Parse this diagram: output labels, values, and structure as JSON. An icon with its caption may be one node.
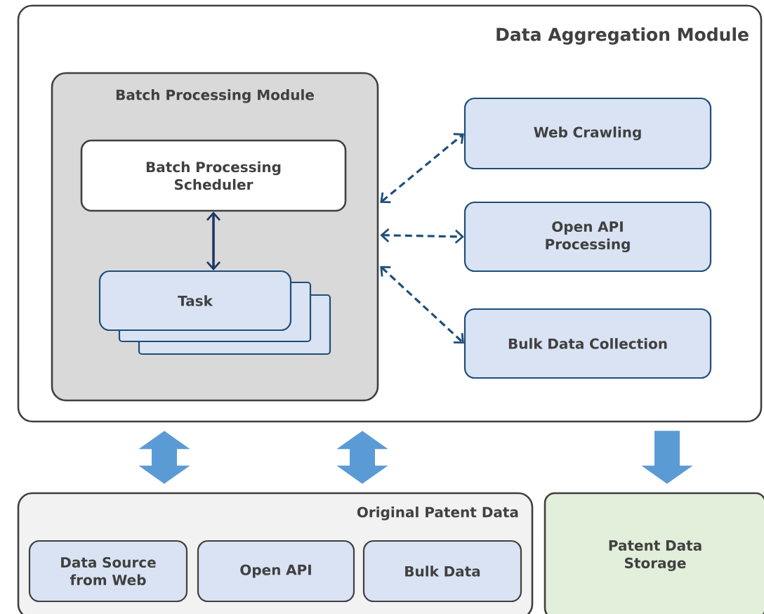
{
  "diagram": {
    "nodes": [
      {
        "text": [
          "Data Aggregation Module"
        ]
      },
      {
        "text": [
          "Batch Processing Module"
        ],
        "in": 0
      },
      {
        "text": [
          "Batch Processing Scheduler"
        ],
        "in": 1
      },
      {
        "text": [
          "Task"
        ],
        "in": 1
      },
      {
        "text": [
          "Web Crawling"
        ],
        "in": 0
      },
      {
        "text": [
          "Open API Processing"
        ],
        "in": 0
      },
      {
        "text": [
          "Bulk Data Collection"
        ],
        "in": 0
      },
      {
        "text": [
          "Original Patent Data"
        ]
      },
      {
        "text": [
          "Data Source from Web"
        ],
        "in": 7
      },
      {
        "text": [
          "Open API"
        ],
        "in": 7
      },
      {
        "text": [
          "Bulk Data"
        ],
        "in": 7
      },
      {
        "text": [
          "Patent Data Storage"
        ]
      }
    ],
    "edges": [
      {
        "from": 2,
        "to": 3,
        "arrow": "both",
        "color": "#1f3864"
      },
      {
        "from": 1,
        "to": 4,
        "arrow": "both",
        "style": "dashed"
      },
      {
        "from": 1,
        "to": 5,
        "arrow": "both",
        "style": "dashed"
      },
      {
        "from": 1,
        "to": 6,
        "arrow": "both",
        "style": "dashed"
      },
      {
        "from": 0,
        "to": 7,
        "arrow": "both",
        "style": "thick",
        "color": "#5b9bd5"
      },
      {
        "from": 0,
        "to": 7,
        "arrow": "both",
        "style": "thick",
        "color": "#5b9bd5"
      },
      {
        "from": 0,
        "to": 11,
        "arrow": "to",
        "style": "thick",
        "color": "#5b9bd5"
      }
    ]
  }
}
